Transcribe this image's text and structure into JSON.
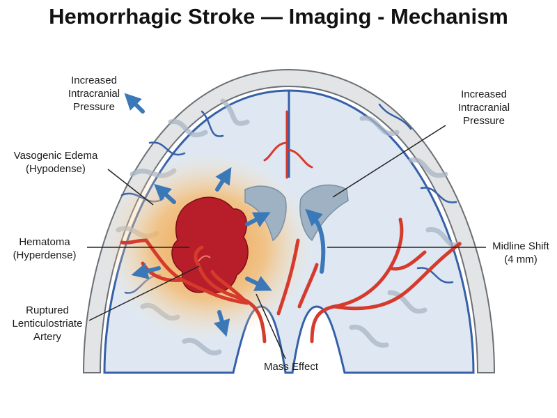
{
  "title": "Hemorrhagic Stroke — Imaging - Mechanism",
  "labels": {
    "icp_left": "Increased\nIntracranial\nPressure",
    "icp_right": "Increased\nIntracranial\nPressure",
    "edema": "Vasogenic Edema\n(Hypodense)",
    "hematoma": "Hematoma\n(Hyperdense)",
    "artery": "Ruptured\nLenticulostriate\nArtery",
    "mass_effect": "Mass Effect",
    "midline_shift": "Midline Shift\n(4 mm)"
  },
  "colors": {
    "hematoma": "#b81d2a",
    "artery": "#d63a2c",
    "vein": "#3560a8",
    "arrow": "#3a78b8",
    "edema": "#f4a03c",
    "brain": "#dfe8f2",
    "skull": "#e2e4e6",
    "ventricle": "#9fb2c3"
  }
}
